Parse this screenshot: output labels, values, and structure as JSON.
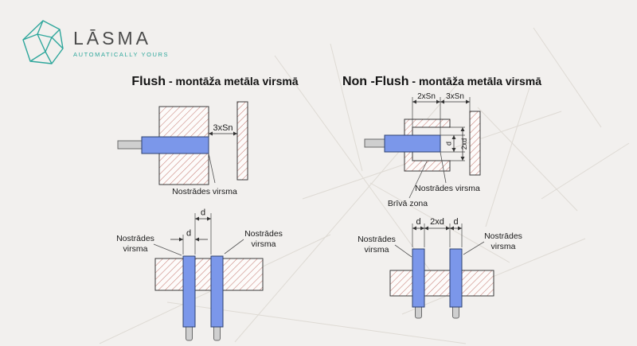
{
  "logo": {
    "name": "LĀSMA",
    "tagline": "AUTOMATICALLY YOURS"
  },
  "headings": {
    "flush_bold": "Flush",
    "flush_rest": " - montāža metāla virsmā",
    "nonflush_bold": "Non -Flush",
    "nonflush_rest": " - montāža metāla virsmā"
  },
  "labels": {
    "sensing_face": "Nostrādes virsma",
    "sensing_face_line1": "Nostrādes",
    "sensing_face_line2": "virsma",
    "free_zone": "Brīvā zona"
  },
  "dimensions": {
    "three_sn": "3xSn",
    "two_sn": "2xSn",
    "d": "d",
    "two_xd": "2xd"
  },
  "colors": {
    "brand_teal": "#2fa79c",
    "sensor_blue": "#7b97ea",
    "hatch_red": "#c9837b",
    "background": "#f2f0ee"
  }
}
